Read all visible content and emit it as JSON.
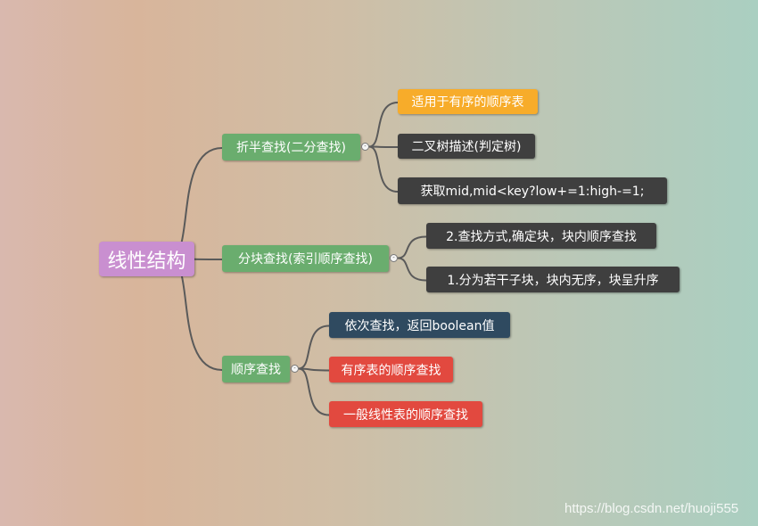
{
  "colors": {
    "root": "#c98fd0",
    "branch": "#6aad6e",
    "orange": "#f7ac2a",
    "dark": "#3f3f3f",
    "navy": "#2f4a60",
    "red": "#e2493f"
  },
  "mindmap": {
    "root": {
      "label": "线性结构"
    },
    "branches": [
      {
        "label": "折半查找(二分查找)",
        "children": [
          {
            "label": "适用于有序的顺序表",
            "color": "orange"
          },
          {
            "label": "二叉树描述(判定树)",
            "color": "dark"
          },
          {
            "label": "获取mid,mid<key?low+=1:high-=1;",
            "color": "dark"
          }
        ]
      },
      {
        "label": "分块查找(索引顺序查找)",
        "children": [
          {
            "label": "2.查找方式,确定块，块内顺序查找",
            "color": "dark"
          },
          {
            "label": "1.分为若干子块，块内无序，块呈升序",
            "color": "dark"
          }
        ]
      },
      {
        "label": "顺序查找",
        "children": [
          {
            "label": "依次查找，返回boolean值",
            "color": "navy"
          },
          {
            "label": "有序表的顺序查找",
            "color": "red"
          },
          {
            "label": "一般线性表的顺序查找",
            "color": "red"
          }
        ]
      }
    ],
    "collapse_symbol": "-"
  },
  "watermark": "https://blog.csdn.net/huoji555"
}
